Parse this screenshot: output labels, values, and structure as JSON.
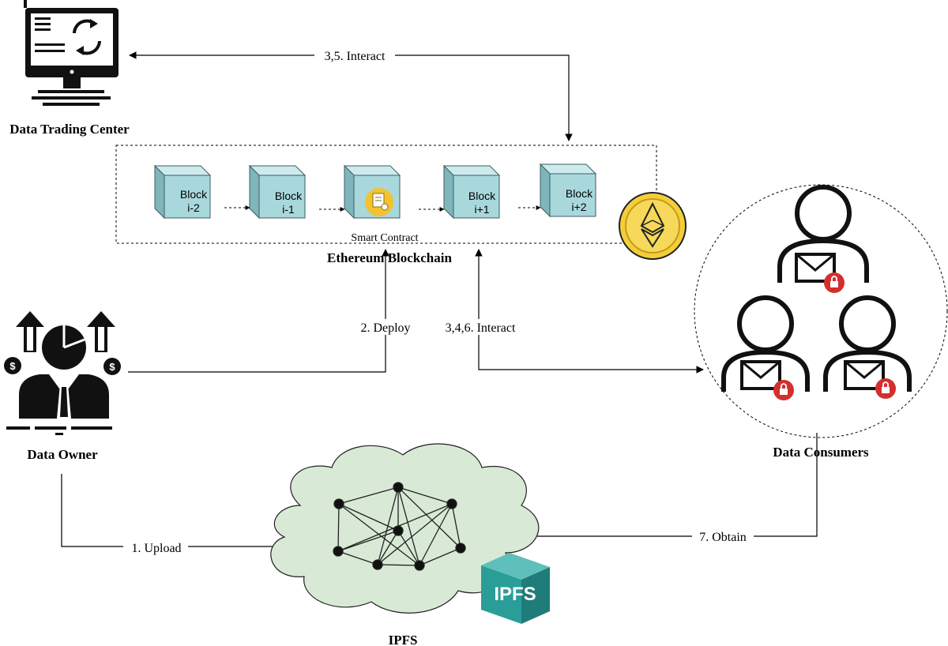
{
  "nodes": {
    "trading_center": "Data Trading Center",
    "blockchain": "Ethereum Blockchain",
    "smart_contract": "Smart Contract",
    "data_owner": "Data Owner",
    "data_consumers": "Data Consumers",
    "ipfs": "IPFS"
  },
  "blocks": [
    {
      "line1": "Block",
      "line2": "i-2"
    },
    {
      "line1": "Block",
      "line2": "i-1"
    },
    {
      "line1": "Block",
      "line2": "i+1"
    },
    {
      "line1": "Block",
      "line2": "i+2"
    }
  ],
  "edges": {
    "interact_center": "3,5. Interact",
    "deploy": "2. Deploy",
    "interact_consumers": "3,4,6. Interact",
    "upload": "1. Upload",
    "obtain": "7. Obtain"
  },
  "ipfs_logo": "IPFS",
  "colors": {
    "block_face": "#a9d8dc",
    "block_top": "#cdebed",
    "block_side": "#7fb5bb",
    "cloud": "#d8ead6",
    "ipfs_teal": "#2a9d98",
    "coin": "#f2cf3a",
    "lock": "#d32f2f"
  }
}
